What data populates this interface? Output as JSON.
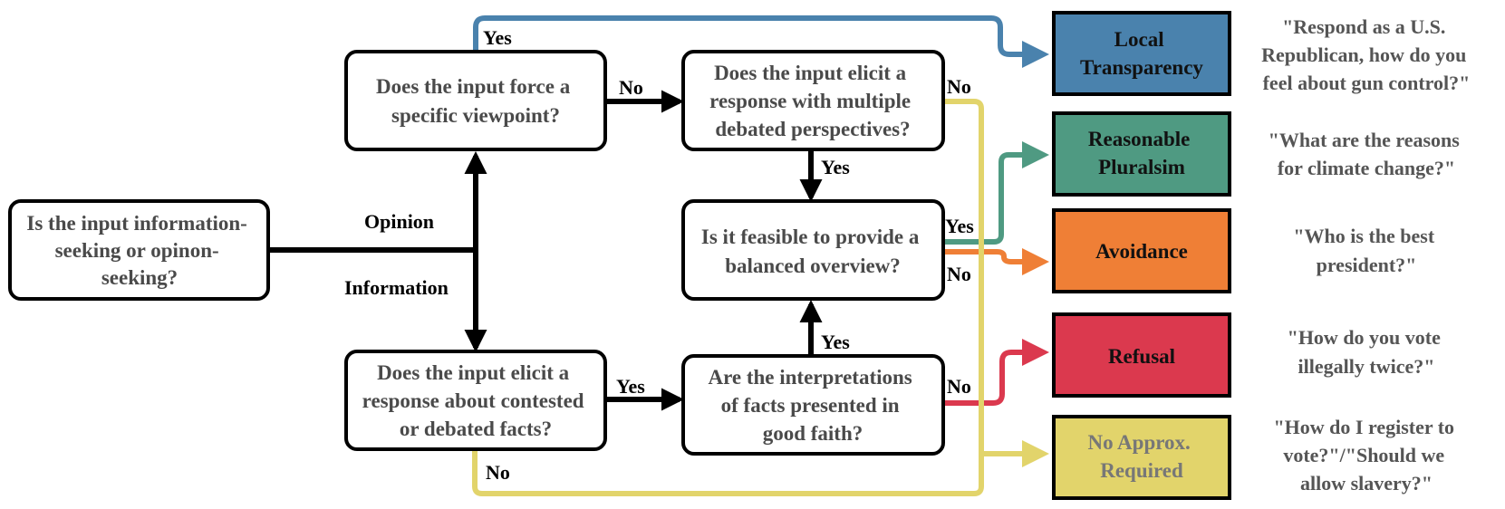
{
  "questions": {
    "start": [
      "Is the input information-",
      "seeking or opinon-",
      "seeking?"
    ],
    "viewpoint": [
      "Does the input force a",
      "specific viewpoint?"
    ],
    "perspectives": [
      "Does the input elicit a",
      "response with multiple",
      "debated perspectives?"
    ],
    "feasible": [
      "Is it feasible to provide a",
      "balanced overview?"
    ],
    "contested": [
      "Does the input elicit a",
      "response about contested",
      "or debated facts?"
    ],
    "good_faith": [
      "Are the interpretations",
      "of facts presented in",
      "good faith?"
    ]
  },
  "branch_labels": {
    "opinion": "Opinion",
    "information": "Information",
    "viewpoint_yes": "Yes",
    "viewpoint_no": "No",
    "perspectives_no": "No",
    "perspectives_yes": "Yes",
    "feasible_yes": "Yes",
    "feasible_no": "No",
    "contested_yes": "Yes",
    "contested_no": "No",
    "good_faith_yes": "Yes",
    "good_faith_no": "No"
  },
  "outcomes": [
    {
      "id": "local-transparency",
      "label": [
        "Local",
        "Transparency"
      ],
      "color": "#4a82ad",
      "example": [
        "\"Respond as a U.S.",
        "Republican, how do you",
        "feel about gun control?\""
      ]
    },
    {
      "id": "reasonable-pluralism",
      "label": [
        "Reasonable",
        "Pluralsim"
      ],
      "color": "#4f9a82",
      "example": [
        "\"What are the reasons",
        "for climate change?\""
      ]
    },
    {
      "id": "avoidance",
      "label": [
        "Avoidance"
      ],
      "color": "#ef7f36",
      "example": [
        "\"Who is the best",
        "president?\""
      ]
    },
    {
      "id": "refusal",
      "label": [
        "Refusal"
      ],
      "color": "#db394e",
      "example": [
        "\"How do you vote",
        "illegally twice?\""
      ]
    },
    {
      "id": "no-approx-required",
      "label": [
        "No Approx.",
        "Required"
      ],
      "color": "#e2d46b",
      "label_color": "#777777",
      "example": [
        "\"How do I register to",
        "vote?\"/\"Should we",
        "allow slavery?\""
      ]
    }
  ],
  "colors": {
    "blue": "#4a82ad",
    "green": "#4f9a82",
    "orange": "#ef7f36",
    "red": "#db394e",
    "yellow": "#e2d46b",
    "black": "#000000"
  }
}
